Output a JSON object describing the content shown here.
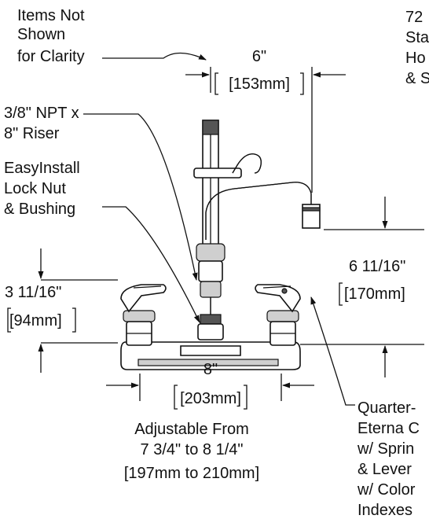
{
  "labels": {
    "items_not_shown": [
      "Items Not",
      "Shown",
      "for Clarity"
    ],
    "riser": [
      "3/8\" NPT x",
      "8\" Riser"
    ],
    "lock_nut": [
      "EasyInstall",
      "Lock Nut",
      "& Bushing"
    ],
    "spout_reach": [
      "6\"",
      "[153mm]"
    ],
    "spout_height": [
      "6 11/16\"",
      "[170mm]"
    ],
    "body_height": [
      "3 11/16\"",
      "[94mm]"
    ],
    "centers": [
      "8\"",
      "[203mm]"
    ],
    "adjustable": [
      "Adjustable From",
      "7 3/4\" to 8 1/4\"",
      "[197mm to 210mm]"
    ],
    "stainless_spout_partial": [
      "72",
      "Sta",
      "Ho",
      "& S"
    ],
    "cartridge_partial": [
      "Quarter-",
      "Eterna C",
      "w/ Sprin",
      "& Lever",
      "w/ Color",
      "Indexes"
    ]
  }
}
